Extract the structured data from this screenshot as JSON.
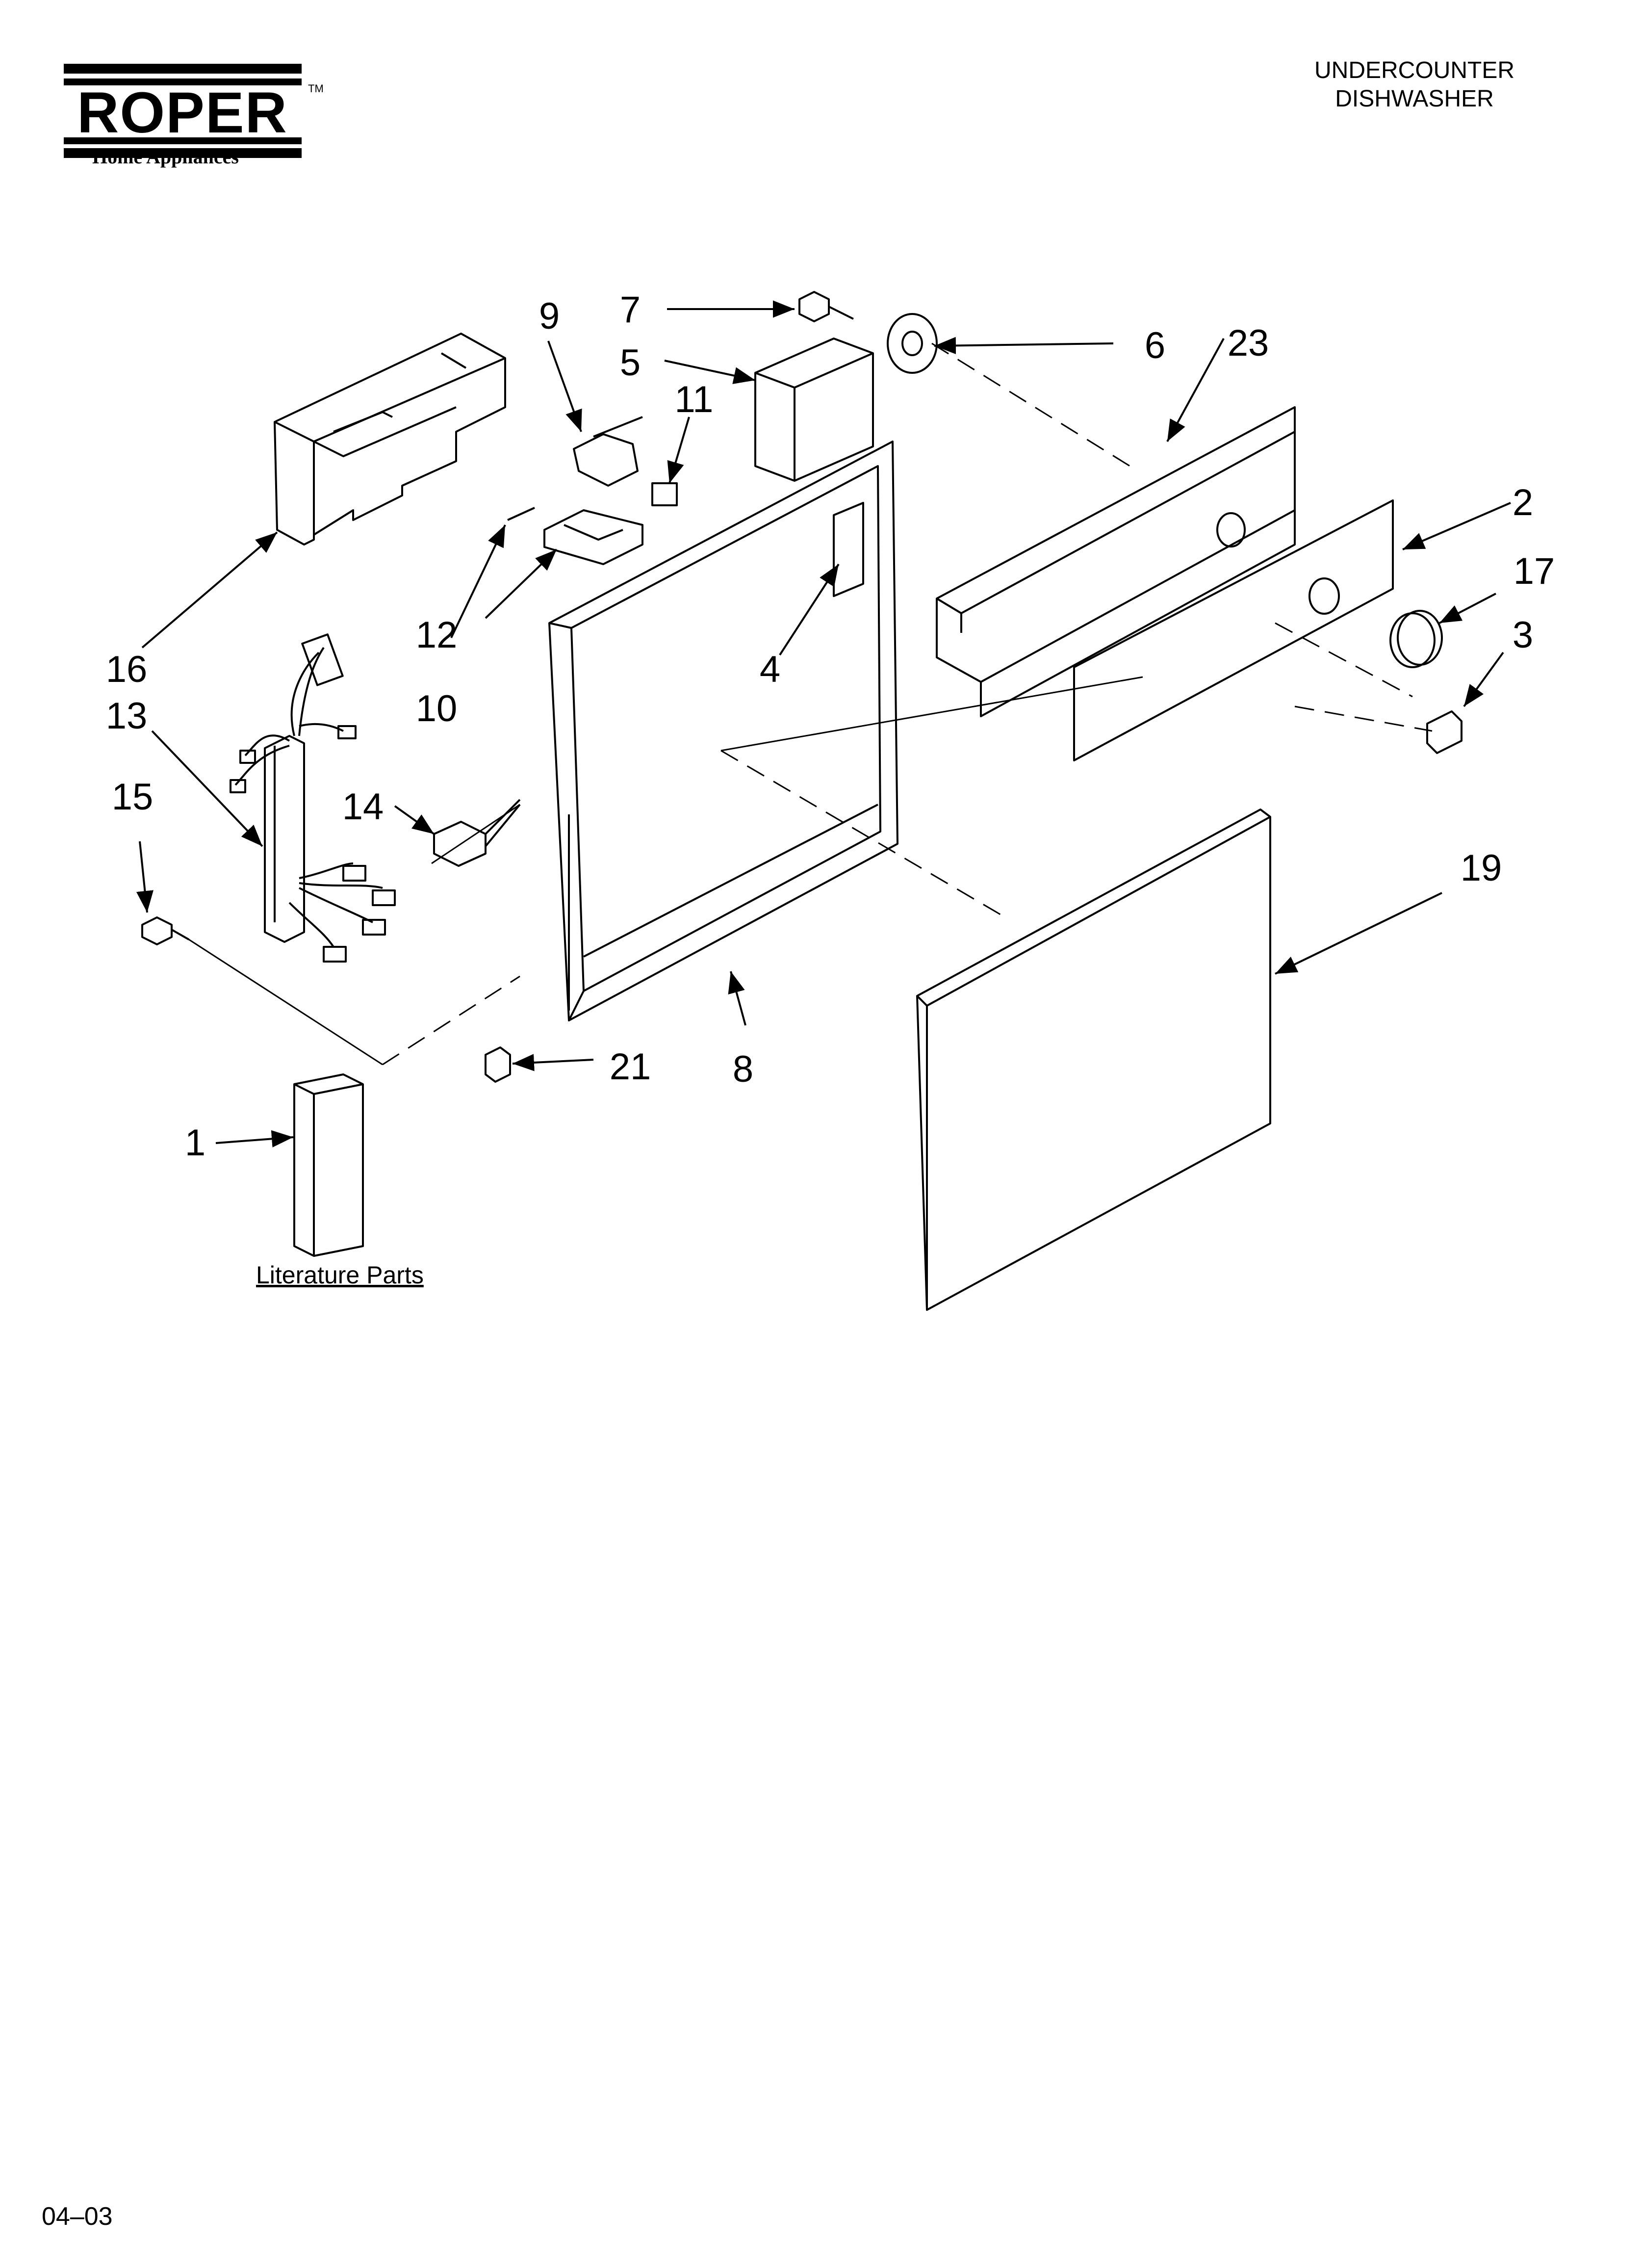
{
  "header": {
    "brand_logo": "ROPER",
    "brand_tm": "TM",
    "brand_sub": "Home Appliances",
    "title_line1": "UNDERCOUNTER",
    "title_line2": "DISHWASHER"
  },
  "callouts": [
    "1",
    "2",
    "3",
    "4",
    "5",
    "6",
    "7",
    "8",
    "9",
    "10",
    "11",
    "12",
    "13",
    "14",
    "15",
    "16",
    "17",
    "19",
    "21",
    "23"
  ],
  "literature_label": "Literature Parts",
  "footer_code": "04–03",
  "colors": {
    "line": "#000000",
    "background": "#ffffff"
  }
}
